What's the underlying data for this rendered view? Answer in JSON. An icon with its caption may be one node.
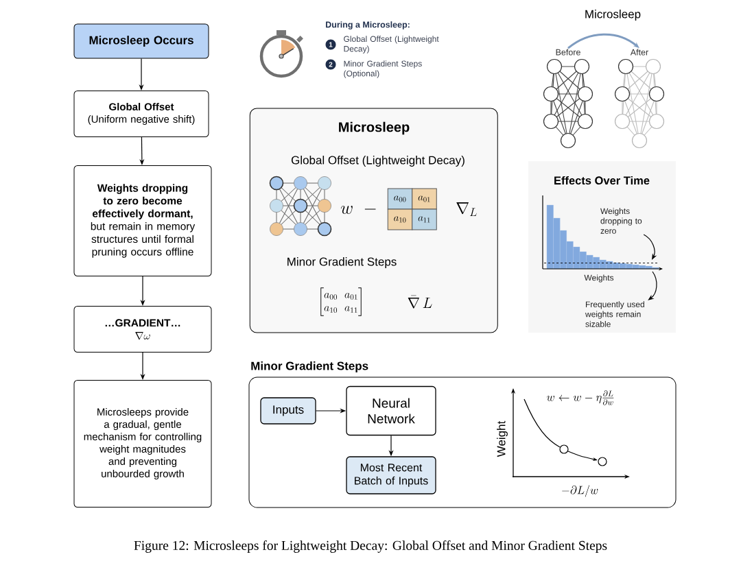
{
  "diagram": {
    "caption": "Figure 12: Microsleeps for Lightweight Decay: Global Offset and Minor Gradient Steps",
    "nodes": [
      {
        "text": [
          "Microsleep Occurs"
        ]
      },
      {
        "text": [
          "Global Offset",
          "(Uniform negative shift)"
        ]
      },
      {
        "text": [
          "Weights dropping to zero become effectively dormant,",
          "but remain in memory structures until formal pruning occurs offline"
        ]
      },
      {
        "text": [
          "…GRADIENT…",
          "\\nabla\\omega"
        ]
      },
      {
        "text": [
          "Microsleeps provide a gradual, gentle mechanism for controlling weight magnitudes and preventing unbourded growth"
        ]
      },
      {
        "text": [
          "1"
        ],
        "beside": [
          "Global Offset (Lightweight Decay)"
        ]
      },
      {
        "text": [
          "2"
        ],
        "beside": [
          "Minor Gradient Steps (Optional)"
        ]
      },
      {
        "text": [
          "Before"
        ]
      },
      {
        "text": [
          "After"
        ]
      },
      {
        "text": [
          "Microsleep",
          "Global Offset (Lightweight Decay)",
          "w\\;\\;-",
          "\\nabla_{L}",
          "Minor Gradient Steps",
          "\\begin{bmatrix} a_{00} & a_{01} \\\\ a_{10} & a_{11} \\end{bmatrix}",
          "\\bar{\\nabla}\\, L"
        ]
      },
      {
        "text": [
          "a_{00}"
        ],
        "in": 9
      },
      {
        "text": [
          "a_{01}"
        ],
        "in": 9
      },
      {
        "text": [
          "a_{10}"
        ],
        "in": 9
      },
      {
        "text": [
          "a_{11}"
        ],
        "in": 9
      },
      {
        "text": [
          "Effects Over Time"
        ]
      },
      {
        "text": [
          "Weights dropping to zero"
        ],
        "in": 14
      },
      {
        "text": [
          "Frequently used weights remain sizable"
        ],
        "in": 14
      },
      {
        "text": [
          "Minor Gradient Steps"
        ]
      },
      {
        "text": [
          "Inputs"
        ],
        "in": 17
      },
      {
        "text": [
          "Neural Network"
        ],
        "in": 17
      },
      {
        "text": [
          "Most Recent Batch of Inputs"
        ],
        "in": 17
      }
    ],
    "edges": [
      {
        "from": 0,
        "to": 1,
        "arrow": "to"
      },
      {
        "from": 1,
        "to": 2,
        "arrow": "to"
      },
      {
        "from": 2,
        "to": 3,
        "arrow": "to"
      },
      {
        "from": 3,
        "to": 4,
        "arrow": "to"
      },
      {
        "from": 7,
        "to": 8,
        "arrow": "to",
        "label": "Microsleep",
        "style": "thick",
        "color": "#7f9cc0"
      },
      {
        "from": 15,
        "to": null,
        "arrow": "to"
      },
      {
        "from": null,
        "to": 16,
        "arrow": "to"
      },
      {
        "from": 18,
        "to": 19,
        "arrow": "to"
      },
      {
        "from": 19,
        "to": 20,
        "arrow": "to"
      }
    ],
    "labels": [
      "During a Microsleep:",
      "Weights",
      "w \\leftarrow w - \\eta \\frac{\\partial L}{\\partial w}",
      "Weight",
      "-\\partial L/w"
    ]
  }
}
